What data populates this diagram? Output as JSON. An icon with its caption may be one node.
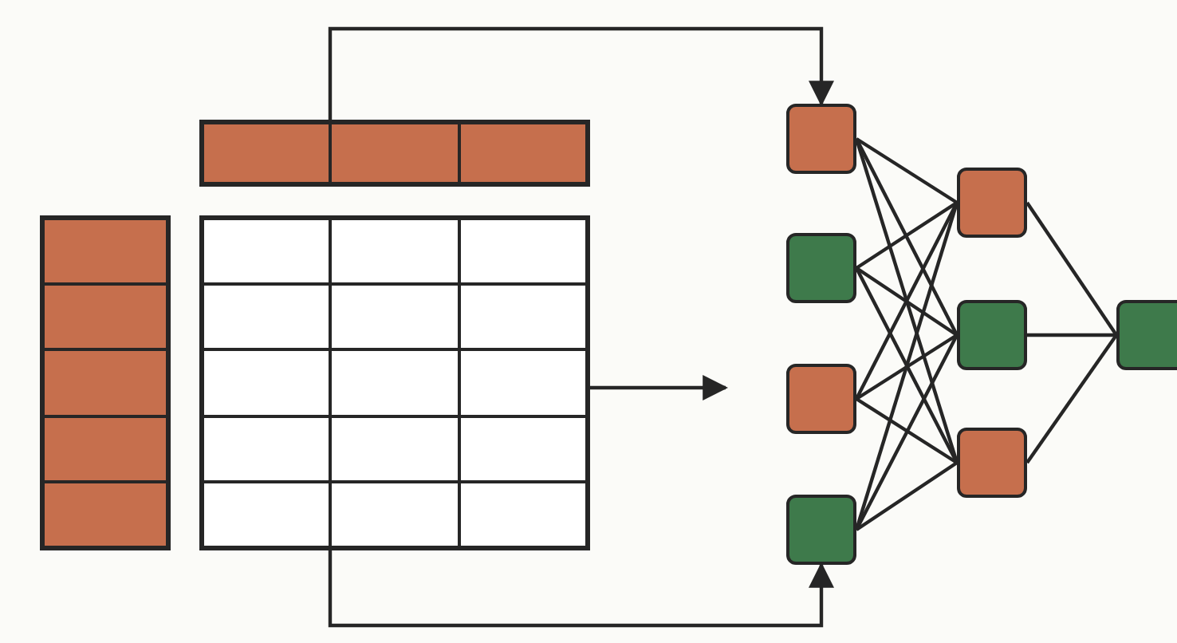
{
  "diagram": {
    "nodes": [
      {
        "text": [],
        "shape": "bar"
      },
      {
        "text": [],
        "shape": "bar"
      },
      {
        "text": [],
        "shape": "box"
      },
      {
        "text": [],
        "shape": "box"
      },
      {
        "text": [],
        "shape": "box"
      },
      {
        "text": [],
        "shape": "box"
      },
      {
        "text": [],
        "shape": "box"
      },
      {
        "text": [],
        "shape": "box"
      },
      {
        "text": [],
        "shape": "box"
      },
      {
        "text": [],
        "shape": "box"
      },
      {
        "text": [],
        "shape": "box"
      }
    ],
    "edges": [
      {
        "from": 0,
        "to": 3,
        "arrow": "to"
      },
      {
        "from": 2,
        "to": 6,
        "arrow": "to"
      },
      {
        "from": 2,
        "to": null,
        "arrow": "to"
      },
      {
        "from": 3,
        "to": 7,
        "arrow": "none"
      },
      {
        "from": 3,
        "to": 8,
        "arrow": "none"
      },
      {
        "from": 3,
        "to": 9,
        "arrow": "none"
      },
      {
        "from": 4,
        "to": 7,
        "arrow": "none"
      },
      {
        "from": 4,
        "to": 8,
        "arrow": "none"
      },
      {
        "from": 4,
        "to": 9,
        "arrow": "none"
      },
      {
        "from": 5,
        "to": 7,
        "arrow": "none"
      },
      {
        "from": 5,
        "to": 8,
        "arrow": "none"
      },
      {
        "from": 5,
        "to": 9,
        "arrow": "none"
      },
      {
        "from": 6,
        "to": 7,
        "arrow": "none"
      },
      {
        "from": 6,
        "to": 8,
        "arrow": "none"
      },
      {
        "from": 6,
        "to": 9,
        "arrow": "none"
      },
      {
        "from": 7,
        "to": 10,
        "arrow": "none"
      },
      {
        "from": 8,
        "to": 10,
        "arrow": "none"
      },
      {
        "from": 9,
        "to": 10,
        "arrow": "none"
      }
    ]
  }
}
